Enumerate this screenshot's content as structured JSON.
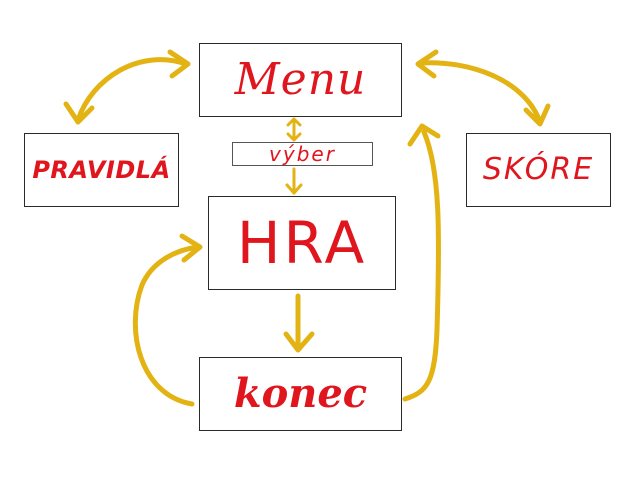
{
  "diagram": {
    "nodes": {
      "menu": "Menu",
      "pravidla": "PRAVIDLÁ",
      "skore": "SKÓRE",
      "vyber": "výber",
      "hra": "HRA",
      "konec": "konec"
    },
    "edges": [
      {
        "from": "menu",
        "to": "pravidla",
        "style": "double-headed"
      },
      {
        "from": "menu",
        "to": "skore",
        "style": "double-headed"
      },
      {
        "from": "menu",
        "to": "vyber",
        "style": "double-headed"
      },
      {
        "from": "vyber",
        "to": "hra",
        "style": "arrow"
      },
      {
        "from": "hra",
        "to": "konec",
        "style": "arrow"
      },
      {
        "from": "konec",
        "to": "hra",
        "style": "arrow"
      },
      {
        "from": "konec",
        "to": "menu",
        "style": "arrow"
      }
    ]
  },
  "colors": {
    "text": "#e0161e",
    "arrow": "#e3b314",
    "border": "#2a2a2a",
    "background": "#ffffff"
  }
}
